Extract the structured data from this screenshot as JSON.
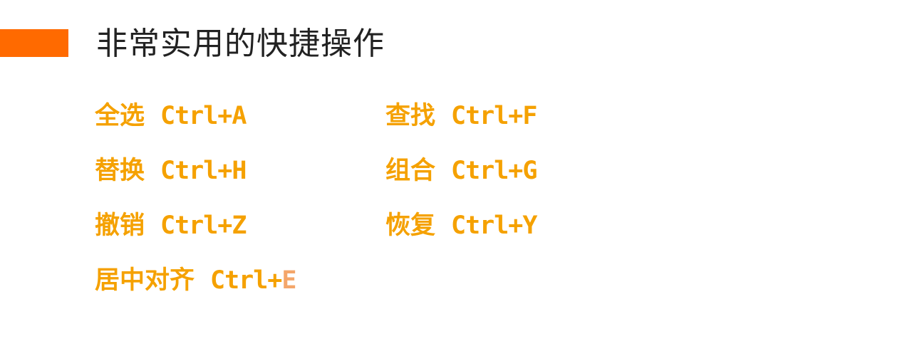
{
  "header": {
    "title": "非常实用的快捷操作",
    "accent_color": "#ff6a00",
    "title_color": "#222222"
  },
  "shortcut_color": "#f5a100",
  "shortcuts": [
    {
      "name": "全选",
      "keys": "Ctrl+A"
    },
    {
      "name": "查找",
      "keys": "Ctrl+F"
    },
    {
      "name": "替换",
      "keys": "Ctrl+H"
    },
    {
      "name": "组合",
      "keys": "Ctrl+G"
    },
    {
      "name": "撤销",
      "keys": "Ctrl+Z"
    },
    {
      "name": "恢复",
      "keys": "Ctrl+Y"
    },
    {
      "name": "居中对齐",
      "keys_prefix": "Ctrl+",
      "keys_last": "E"
    }
  ]
}
